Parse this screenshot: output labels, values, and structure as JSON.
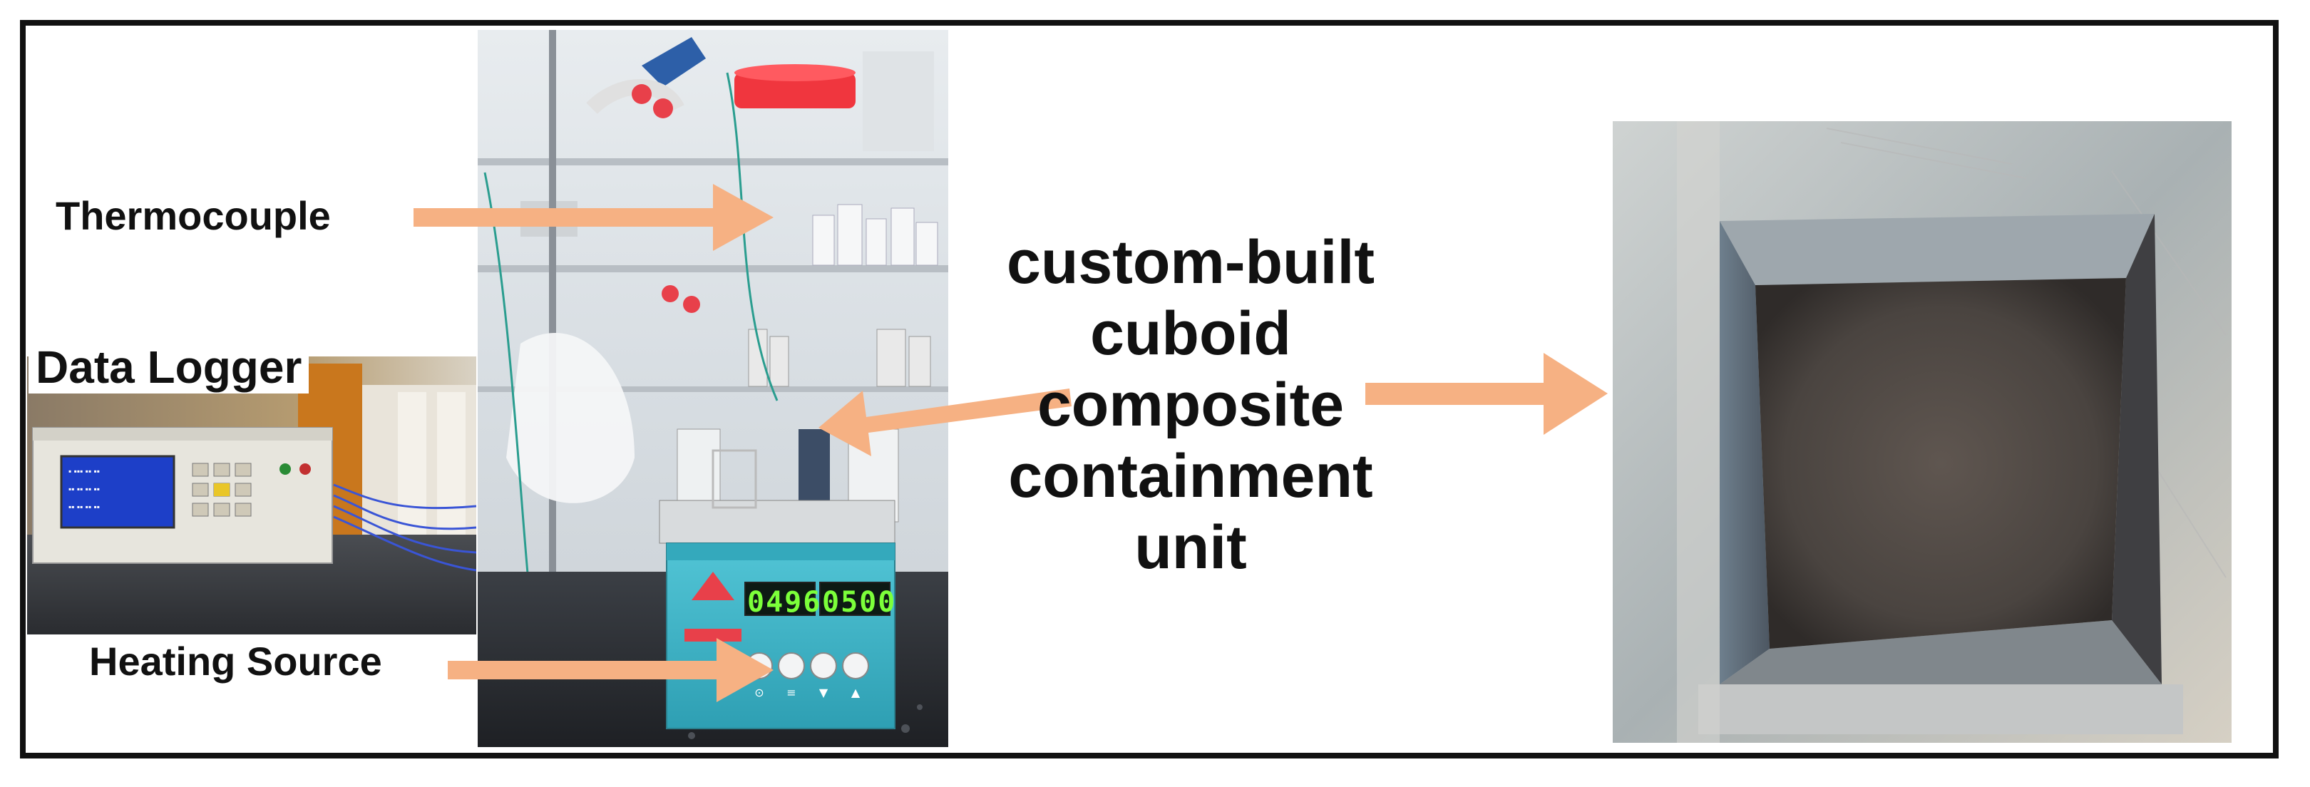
{
  "labels": {
    "thermocouple": "Thermocouple",
    "data_logger": "Data Logger",
    "heating_source": "Heating Source",
    "containment_unit": [
      "custom-built",
      "cuboid",
      "composite",
      "containment",
      "unit"
    ]
  },
  "heater_display": {
    "left_value": "0496",
    "right_value": "0500"
  },
  "colors": {
    "arrow": "#f6b183",
    "frame": "#111111",
    "heater_body": "#3fb7c9",
    "logger_screen": "#1d3fc8",
    "pipe_fitting_red": "#e8404a"
  },
  "icons": [
    "thermocouple-arrow",
    "heating-source-arrow",
    "containment-arrow-left",
    "containment-arrow-right"
  ]
}
